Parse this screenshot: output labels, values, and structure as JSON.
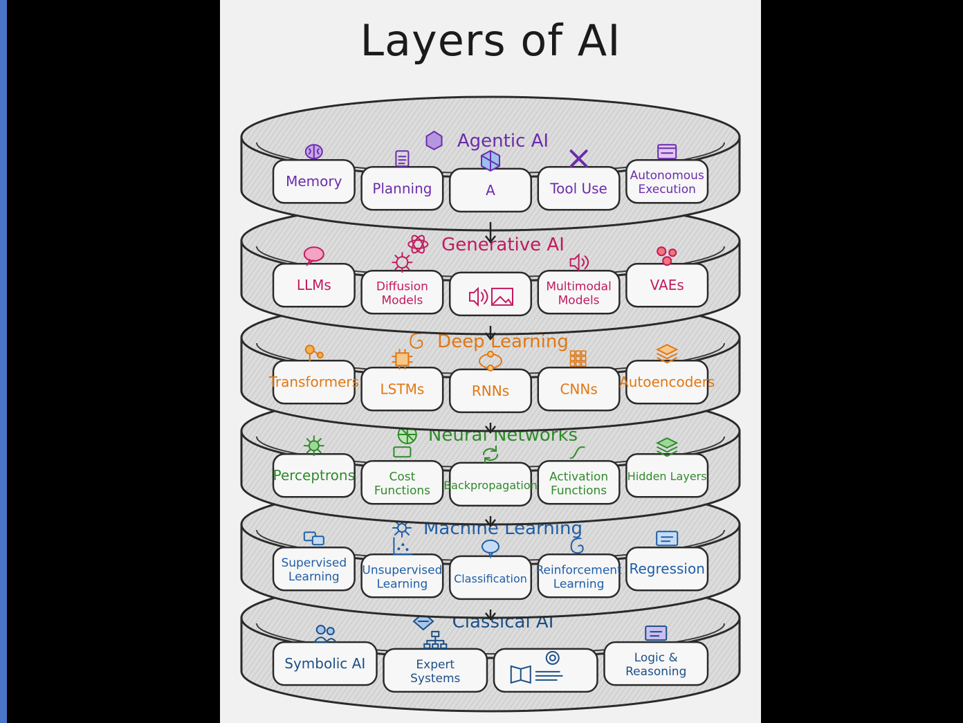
{
  "title": "Layers of AI",
  "layers": [
    {
      "name": "Agentic AI",
      "color": "#6a2cab",
      "header_icon": "agent-hexagon-icon",
      "items": [
        {
          "label": "Memory",
          "icon": "brain-icon"
        },
        {
          "label": "Planning",
          "icon": "clipboard-icon"
        },
        {
          "label": "A",
          "icon": "cube-icon"
        },
        {
          "label": "Tool Use",
          "icon": "tools-icon"
        },
        {
          "label": "Autonomous Execution",
          "icon": "window-icon"
        }
      ]
    },
    {
      "name": "Generative AI",
      "color": "#c2195e",
      "header_icon": "atom-icon",
      "items": [
        {
          "label": "LLMs",
          "icon": "chat-bubble-icon"
        },
        {
          "label": "Diffusion Models",
          "icon": "virus-icon"
        },
        {
          "label": "",
          "icon": "audio-image-icon"
        },
        {
          "label": "Multimodal Models",
          "icon": "speaker-icon"
        },
        {
          "label": "VAEs",
          "icon": "molecule-icon"
        }
      ]
    },
    {
      "name": "Deep Learning",
      "color": "#e07712",
      "header_icon": "swirl-icon",
      "items": [
        {
          "label": "Transformers",
          "icon": "nodes-icon"
        },
        {
          "label": "LSTMs",
          "icon": "chip-icon"
        },
        {
          "label": "RNNs",
          "icon": "cycle-icon"
        },
        {
          "label": "CNNs",
          "icon": "grid-icon"
        },
        {
          "label": "Autoencoders",
          "icon": "layers-icon"
        }
      ]
    },
    {
      "name": "Neural Networks",
      "color": "#2f8a2a",
      "header_icon": "network-globe-icon",
      "items": [
        {
          "label": "Perceptrons",
          "icon": "neuron-icon"
        },
        {
          "label": "Cost Functions",
          "icon": "monitor-icon"
        },
        {
          "label": "Backpropagation",
          "icon": "refresh-icon"
        },
        {
          "label": "Activation Functions",
          "icon": "curve-icon"
        },
        {
          "label": "Hidden Layers",
          "icon": "stacked-layers-icon"
        }
      ]
    },
    {
      "name": "Machine Learning",
      "color": "#1e5ea8",
      "header_icon": "network-nodes-icon",
      "items": [
        {
          "label": "Supervised Learning",
          "icon": "chat-icon"
        },
        {
          "label": "Unsupervised Learning",
          "icon": "scatter-icon"
        },
        {
          "label": "Classification",
          "icon": "bubble-icon"
        },
        {
          "label": "Reinforcement Learning",
          "icon": "spiral-icon"
        },
        {
          "label": "Regression",
          "icon": "screen-icon"
        }
      ]
    },
    {
      "name": "Classical AI",
      "color": "#1b4f86",
      "header_icon": "book-diamond-icon",
      "items": [
        {
          "label": "Symbolic AI",
          "icon": "people-icon"
        },
        {
          "label": "Expert Systems",
          "icon": "hierarchy-icon"
        },
        {
          "label": "",
          "icon": "book-gear-icon"
        },
        {
          "label": "Logic & Reasoning",
          "icon": "presentation-icon"
        }
      ]
    }
  ]
}
